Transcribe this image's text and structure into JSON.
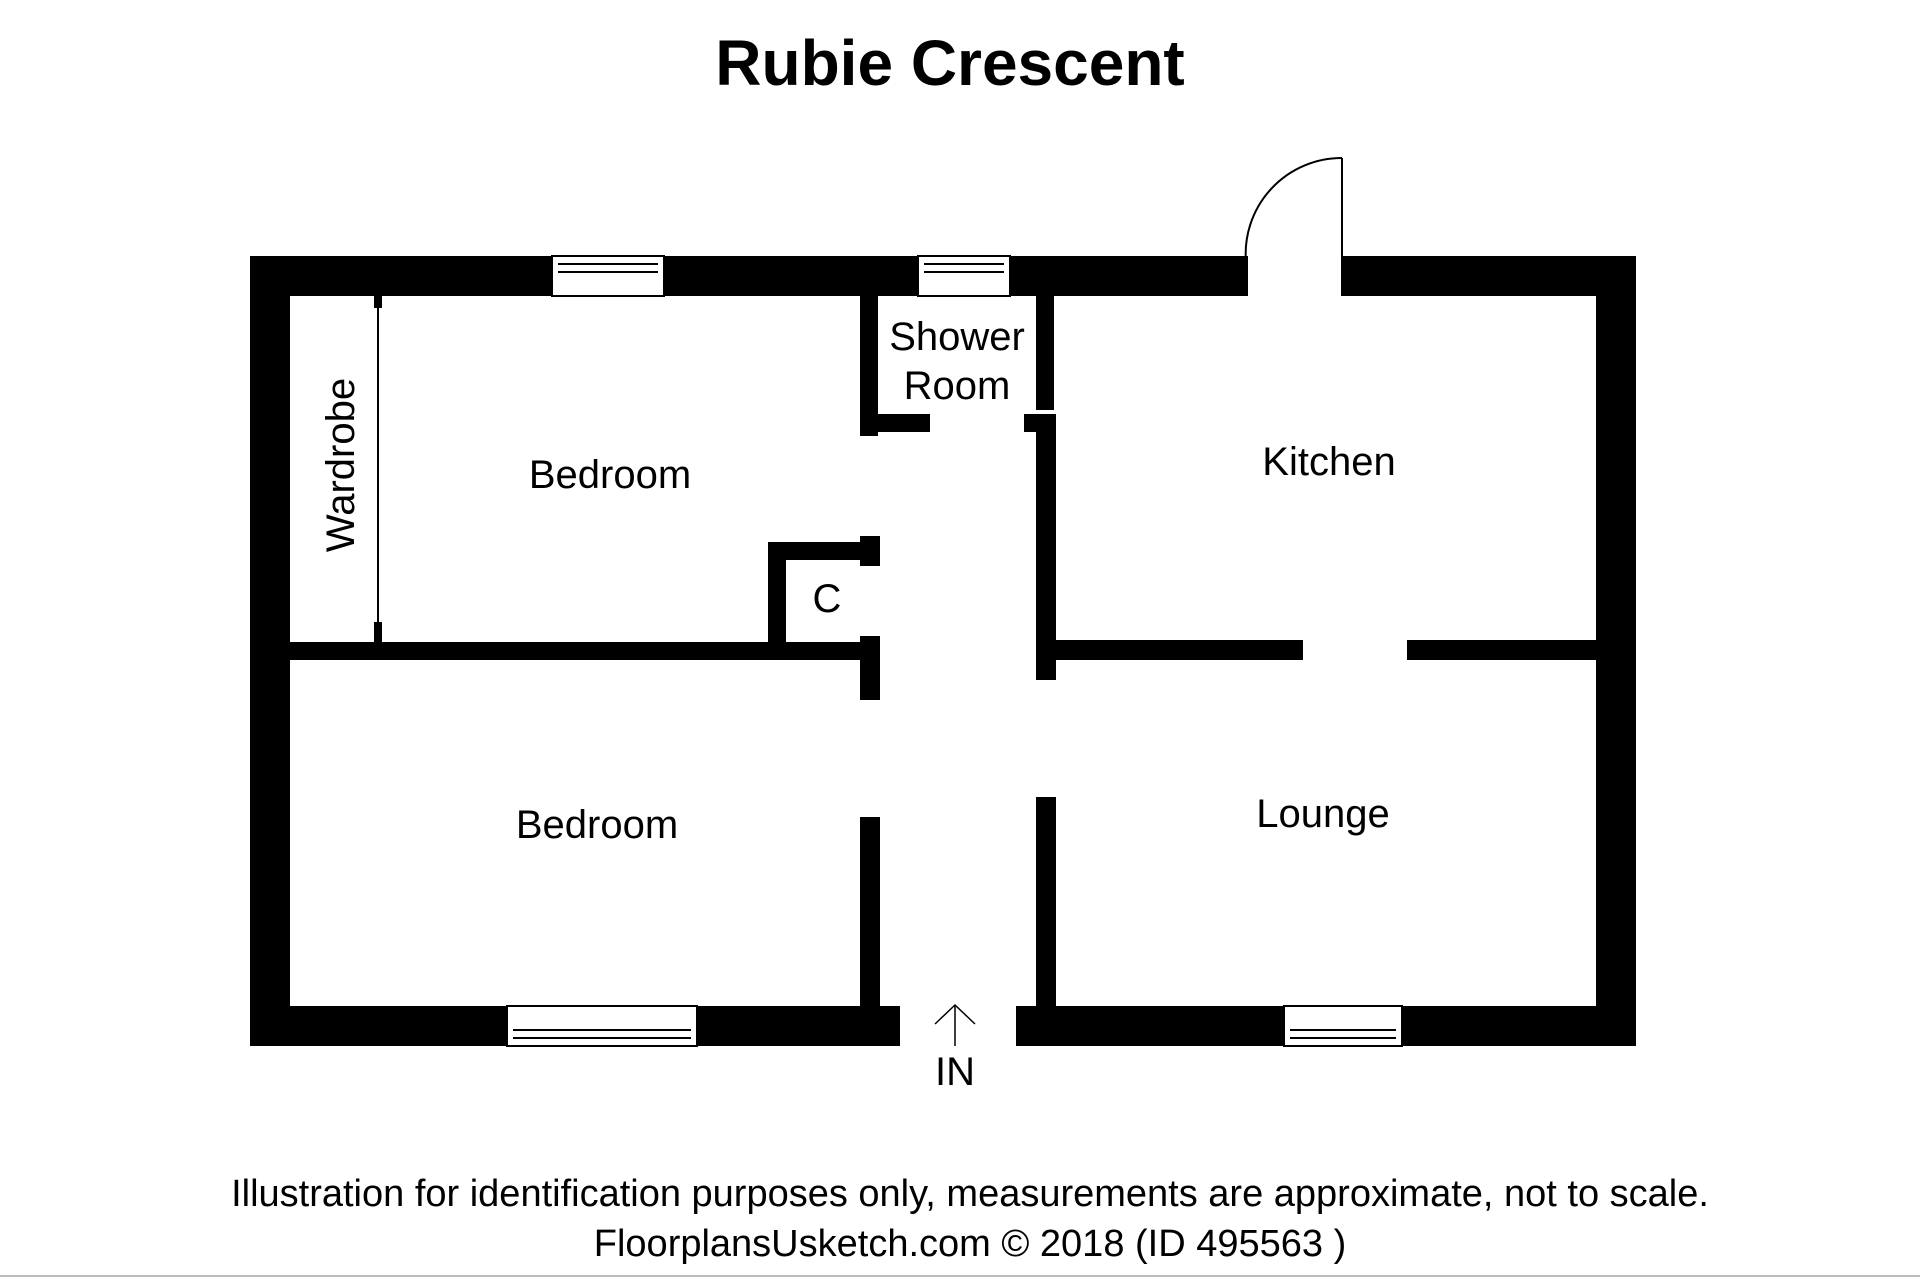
{
  "title": "Rubie Crescent",
  "rooms": {
    "bedroom_upper": "Bedroom",
    "bedroom_lower": "Bedroom",
    "wardrobe": "Wardrobe",
    "shower_room_line1": "Shower",
    "shower_room_line2": "Room",
    "cupboard": "C",
    "kitchen": "Kitchen",
    "lounge": "Lounge"
  },
  "entrance": "IN",
  "footer": {
    "disclaimer": "Illustration for identification purposes only, measurements are approximate, not to scale.",
    "credit": "FloorplansUsketch.com © 2018 (ID 495563 )"
  }
}
